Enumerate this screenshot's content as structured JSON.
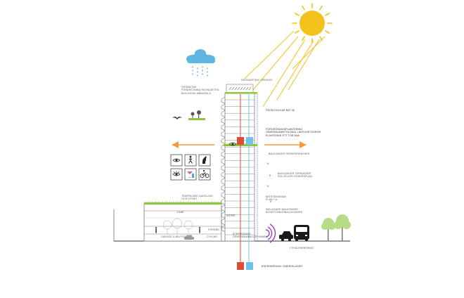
{
  "labels": {
    "roof_top": "REGNVATTEN / SENSOR",
    "green_roof": [
      "GRÖNA TAK",
      "FÖRDRÖJNING REGNVATTEN",
      "BIOLOGISK MÅNGFALD"
    ],
    "bat_nests": "FÅGELHOLKAR BAT 40",
    "rooftop_garden": [
      "FÖRGRÖNINGSPLANTERING",
      "GEMENSAMHETSLOKAL I ARTOHETSGROR",
      "PLANTERAR ETT TOR ANA"
    ],
    "balcony_greenery": "BALKONGER GRÖNTERRASSER",
    "balcony_1": [
      "BALKONGER TERRASSER",
      "SOLCELLER SÖDERSPLAN"
    ],
    "meeting_level": [
      "MÖTESBOENDE",
      "PLAN 7-8"
    ],
    "balcony_2": [
      "INGLASADE BALKONGER",
      "BOSÄTTNINGSBALLKONGER"
    ],
    "stair_text": [
      "TRAPPA MED DAGSLJUS",
      "OCH UTSIKT"
    ],
    "bike_parking": "CYKELPARKERING",
    "energy_well": "ENERGIBRUNN / ENERGILAGER",
    "lobby": "ENTRÉ",
    "ground_1": "GARAGE & BILPOOL",
    "ground_2": "CYKLAR",
    "ground_3": "FÖRRÅD",
    "ground_4": [
      "ÅTERVINNING",
      "GEMENSAMMA UTRYMMEN"
    ],
    "podium_top": "LANE"
  },
  "icons": [
    "bird-icon",
    "eye-icon",
    "walking-person-icon",
    "horse-icon",
    "eye-icon",
    "cocktail-icon",
    "bicycle-icon"
  ],
  "colors": {
    "sun": "#f2c21a",
    "sun_rays": "#f2c21a",
    "cloud": "#5fb6e5",
    "rain": "#3a8fd1",
    "green": "#8cc63f",
    "arrow": "#f39c3c",
    "duct_red": "#e04a3b",
    "duct_blue": "#6fc3e8",
    "building_line": "#7a7a7a",
    "facade_blue": "#5a62d8",
    "wifi": "#9b3fc2",
    "bus": "#1a1a1a",
    "tree": "#b8dc86"
  }
}
